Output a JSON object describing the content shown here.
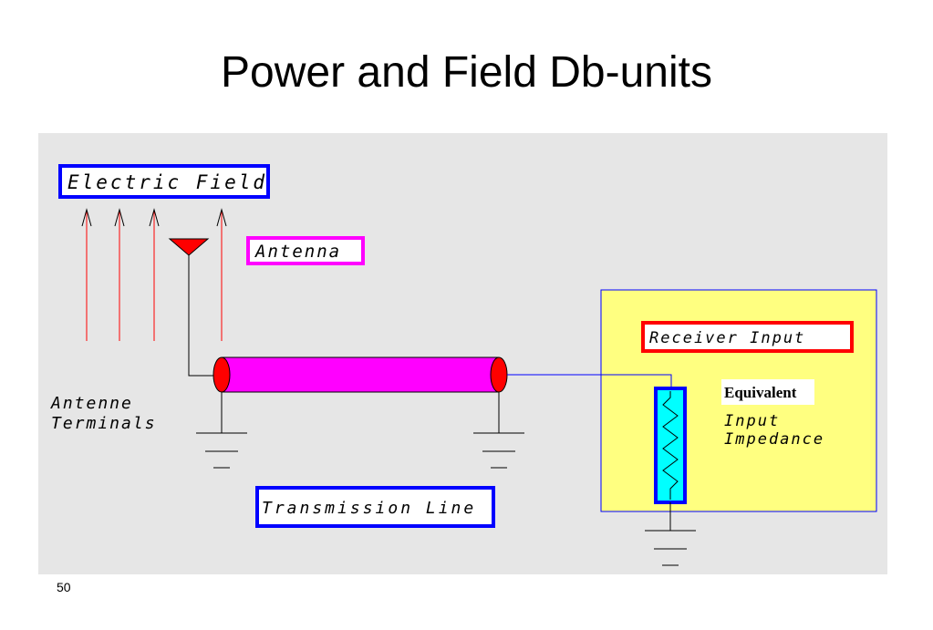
{
  "slide": {
    "title": "Power and Field Db-units",
    "page_number": "50"
  },
  "diagram": {
    "labels": {
      "electric_field": "Electric Field",
      "antenna": "Antenna",
      "antenna_terminals_line1": "Antenne",
      "antenna_terminals_line2": "Terminals",
      "transmission_line": "Transmission Line",
      "receiver_input": "Receiver Input",
      "equivalent": "Equivalent",
      "input_impedance_line1": "Input",
      "input_impedance_line2": "Impedance"
    },
    "colors": {
      "panel_background": "#e6e6e6",
      "field_arrows": "#ff0000",
      "antenna": "#ff0000",
      "transmission_line": "#ff00ff",
      "line_end_caps": "#ff0000",
      "label_box_blue": "#0000ff",
      "label_box_magenta": "#ff00ff",
      "label_box_red": "#ff0000",
      "receiver_panel": "#ffff80",
      "resistor_fill": "#00ffff",
      "wire_blue": "#0000ff"
    }
  }
}
